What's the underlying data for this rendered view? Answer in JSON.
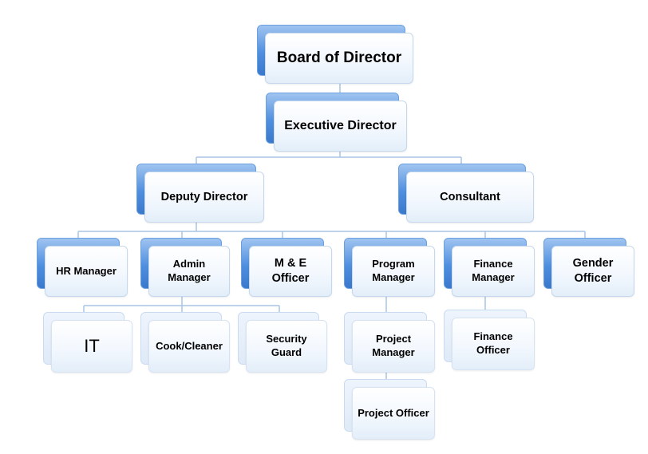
{
  "org_chart": {
    "board": "Board of Director",
    "executive": "Executive Director",
    "deputy": "Deputy Director",
    "consultant": "Consultant",
    "hr_manager": "HR Manager",
    "admin_manager": [
      "Admin",
      "Manager"
    ],
    "me_officer": [
      "M & E",
      "Officer"
    ],
    "program_manager": [
      "Program",
      "Manager"
    ],
    "finance_manager": [
      "Finance",
      "Manager"
    ],
    "gender_officer": [
      "Gender",
      "Officer"
    ],
    "it": "IT",
    "cook_cleaner": "Cook/Cleaner",
    "security_guard": [
      "Security",
      "Guard"
    ],
    "project_manager": [
      "Project",
      "Manager"
    ],
    "finance_officer": [
      "Finance",
      "Officer"
    ],
    "project_officer": "Project Officer"
  },
  "colors": {
    "box_back": "#4f8fdf",
    "box_front": "#f3f8fe",
    "connector": "#a9c4e6"
  }
}
